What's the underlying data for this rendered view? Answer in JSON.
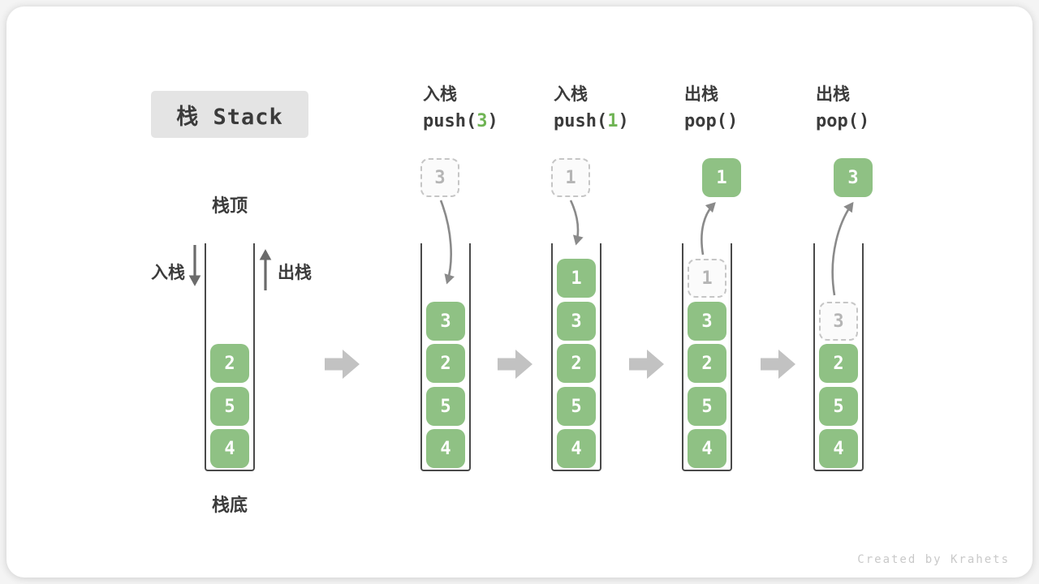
{
  "title": "栈 Stack",
  "labels": {
    "stack_top": "栈顶",
    "stack_bottom": "栈底",
    "push_side": "入栈",
    "pop_side": "出栈"
  },
  "watermark": "Created by Krahets",
  "colors": {
    "box_green": "#8FC184",
    "call_arg_green": "#6FB454",
    "curved_arrow_gray": "#8A8A8A",
    "step_arrow_gray": "#C2C2C2",
    "container_wall": "#4A4A4A",
    "text_ink": "#3B3B3B",
    "ghost_border": "#C6C6C6",
    "ghost_text": "#B5B5B5",
    "title_box_bg": "#E4E4E4",
    "watermark_gray": "#C9C9C9"
  },
  "columns": [
    {
      "name": "initial-stack",
      "items": [
        {
          "value": "2",
          "variant": "solid"
        },
        {
          "value": "5",
          "variant": "solid"
        },
        {
          "value": "4",
          "variant": "solid"
        }
      ]
    },
    {
      "name": "step-push-3",
      "op": {
        "action": "入栈",
        "call_pre": "push(",
        "arg": "3",
        "call_post": ")"
      },
      "float_box": {
        "value": "3",
        "variant": "ghost"
      },
      "items": [
        {
          "value": "3",
          "variant": "solid"
        },
        {
          "value": "2",
          "variant": "solid"
        },
        {
          "value": "5",
          "variant": "solid"
        },
        {
          "value": "4",
          "variant": "solid"
        }
      ]
    },
    {
      "name": "step-push-1",
      "op": {
        "action": "入栈",
        "call_pre": "push(",
        "arg": "1",
        "call_post": ")"
      },
      "float_box": {
        "value": "1",
        "variant": "ghost"
      },
      "items": [
        {
          "value": "1",
          "variant": "solid"
        },
        {
          "value": "3",
          "variant": "solid"
        },
        {
          "value": "2",
          "variant": "solid"
        },
        {
          "value": "5",
          "variant": "solid"
        },
        {
          "value": "4",
          "variant": "solid"
        }
      ]
    },
    {
      "name": "step-pop-1",
      "op": {
        "action": "出栈",
        "call_pre": "pop(",
        "arg": "",
        "call_post": ")"
      },
      "float_box": {
        "value": "1",
        "variant": "solid"
      },
      "items": [
        {
          "value": "1",
          "variant": "ghost"
        },
        {
          "value": "3",
          "variant": "solid"
        },
        {
          "value": "2",
          "variant": "solid"
        },
        {
          "value": "5",
          "variant": "solid"
        },
        {
          "value": "4",
          "variant": "solid"
        }
      ]
    },
    {
      "name": "step-pop-3",
      "op": {
        "action": "出栈",
        "call_pre": "pop(",
        "arg": "",
        "call_post": ")"
      },
      "float_box": {
        "value": "3",
        "variant": "solid"
      },
      "items": [
        {
          "value": "3",
          "variant": "ghost"
        },
        {
          "value": "2",
          "variant": "solid"
        },
        {
          "value": "5",
          "variant": "solid"
        },
        {
          "value": "4",
          "variant": "solid"
        }
      ]
    }
  ]
}
